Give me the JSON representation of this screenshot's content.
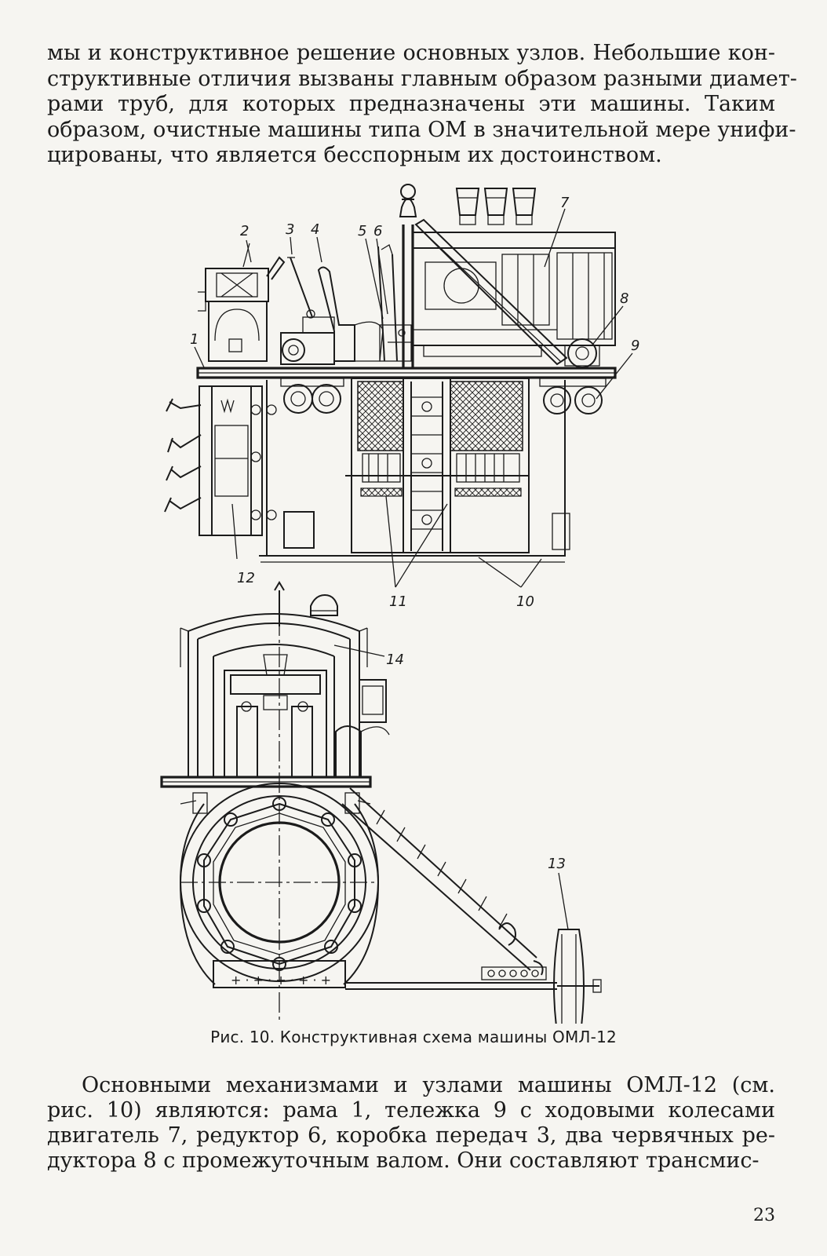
{
  "paragraph_top": {
    "lines": [
      "мы и конструктивное решение основных узлов. Небольшие кон-",
      "структивные отличия вызваны главным образом разными диамет-",
      "рами труб, для которых предназначены эти машины. Таким",
      "образом, очистные машины типа ОМ в значительной мере унифи-",
      "цированы, что является бесспорным их достоинством."
    ]
  },
  "figure": {
    "caption": "Рис. 10. Конструктивная схема машины ОМЛ-12",
    "callouts": [
      "1",
      "2",
      "3",
      "4",
      "5",
      "6",
      "7",
      "8",
      "9",
      "10",
      "11",
      "12",
      "13",
      "14"
    ]
  },
  "paragraph_bottom": {
    "lines": [
      "Основными механизмами и узлами машины ОМЛ-12 (см.",
      "рис. 10) являются: рама 1, тележка 9 с ходовыми колесами",
      "двигатель 7, редуктор 6, коробка передач 3, два червячных ре-",
      "дуктора 8 с промежуточным валом. Они составляют трансмис-"
    ]
  },
  "page_number": "23"
}
